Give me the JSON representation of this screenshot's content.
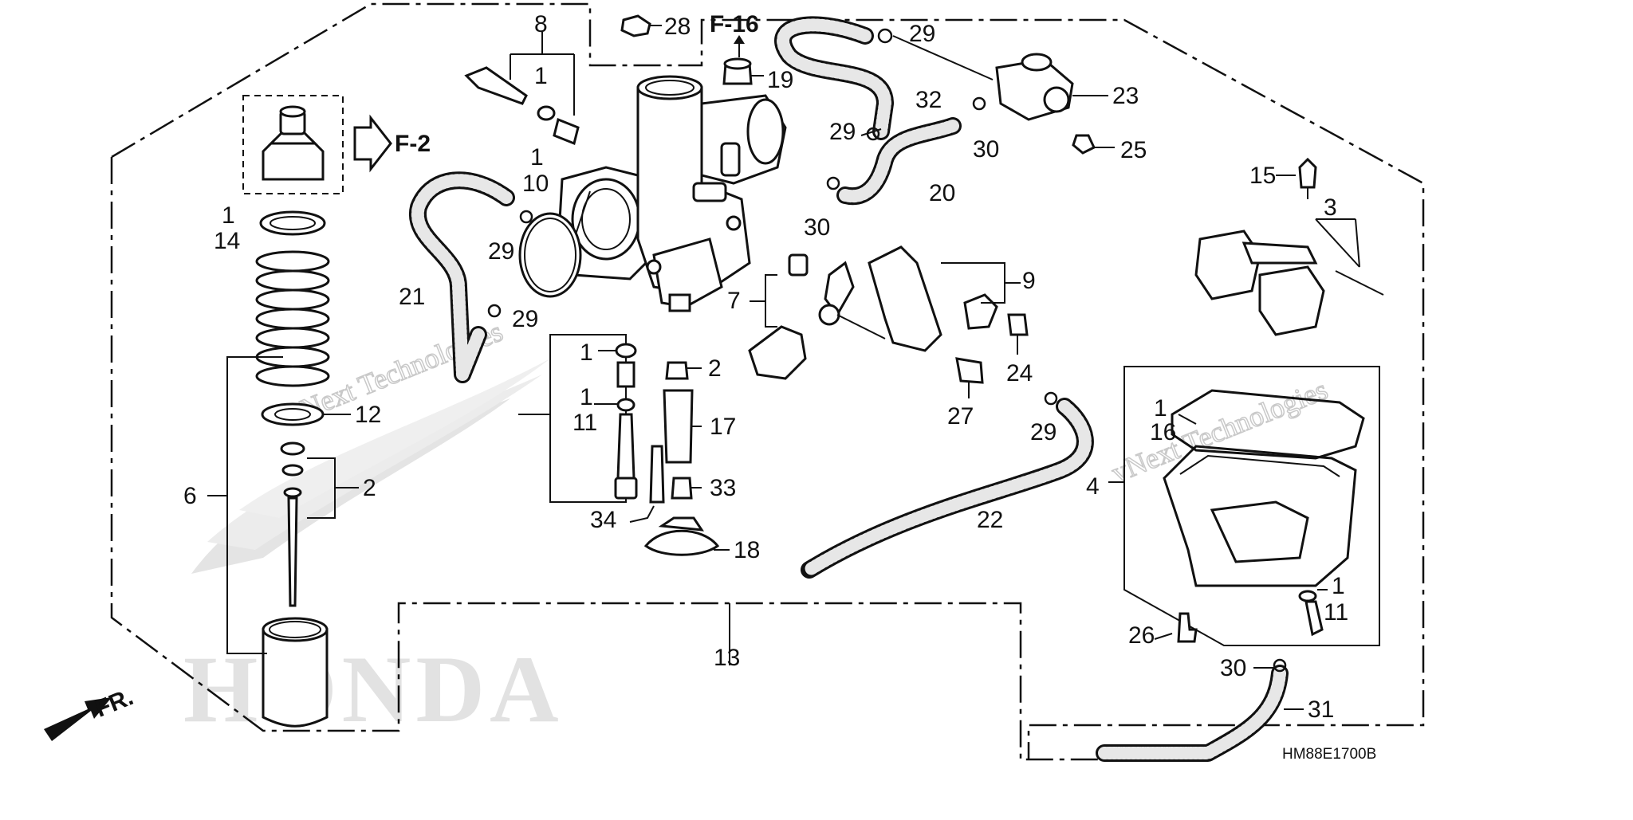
{
  "diagram": {
    "code": "HM88E1700B",
    "refs": {
      "f16": "F-16",
      "f2": "F-2"
    },
    "direction": "FR.",
    "watermark": {
      "text": "vNext Technologies",
      "brand": "HONDA"
    },
    "labels": {
      "n28": "28",
      "n8": "8",
      "n1a": "1",
      "n19": "19",
      "n29a": "29",
      "n32": "32",
      "n23": "23",
      "n29b": "29",
      "n30a": "30",
      "n25": "25",
      "n20": "20",
      "n30b": "30",
      "n15": "15",
      "n3": "3",
      "n1b": "1",
      "n14": "14",
      "n1c": "1",
      "n10": "10",
      "n29c": "29",
      "n21": "21",
      "n29d": "29",
      "n7": "7",
      "n9": "9",
      "n24": "24",
      "n27": "27",
      "n29e": "29",
      "n1d": "1",
      "n2a": "2",
      "n1e": "1",
      "n11a": "11",
      "n17": "17",
      "n33": "33",
      "n34": "34",
      "n18": "18",
      "n12": "12",
      "n2b": "2",
      "n6": "6",
      "n22": "22",
      "n1f": "1",
      "n16": "16",
      "n4": "4",
      "n13": "13",
      "n1g": "1",
      "n11b": "11",
      "n26": "26",
      "n30c": "30",
      "n31": "31"
    }
  }
}
